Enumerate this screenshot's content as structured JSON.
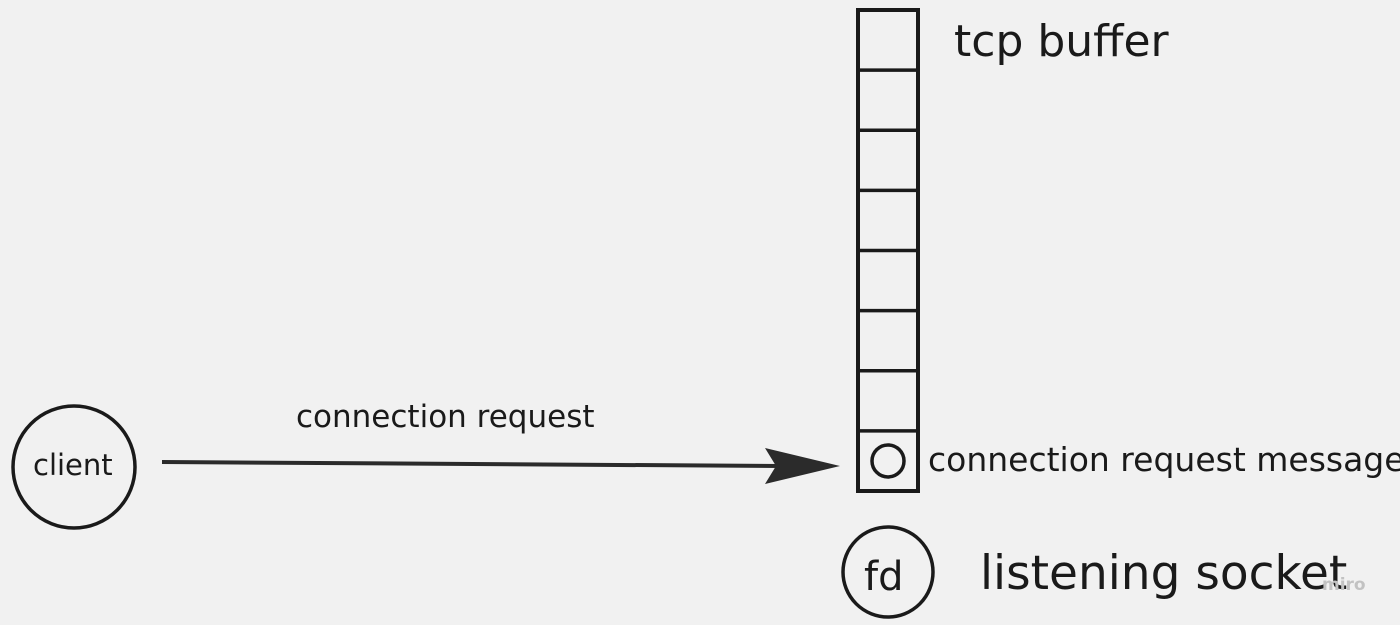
{
  "diagram": {
    "buffer": {
      "label": "tcp buffer",
      "slot_count": 8,
      "message": {
        "slot_index": 7,
        "label": "connection request message"
      }
    },
    "client": {
      "label": "client"
    },
    "arrow": {
      "label": "connection request"
    },
    "socket": {
      "fd_label": "fd",
      "label": "listening socket"
    },
    "watermark": "miro",
    "colors": {
      "background": "#f1f1f1",
      "stroke": "#1a1a1a",
      "arrow": "#2b2b2b",
      "watermark": "#c2c2c2"
    }
  }
}
